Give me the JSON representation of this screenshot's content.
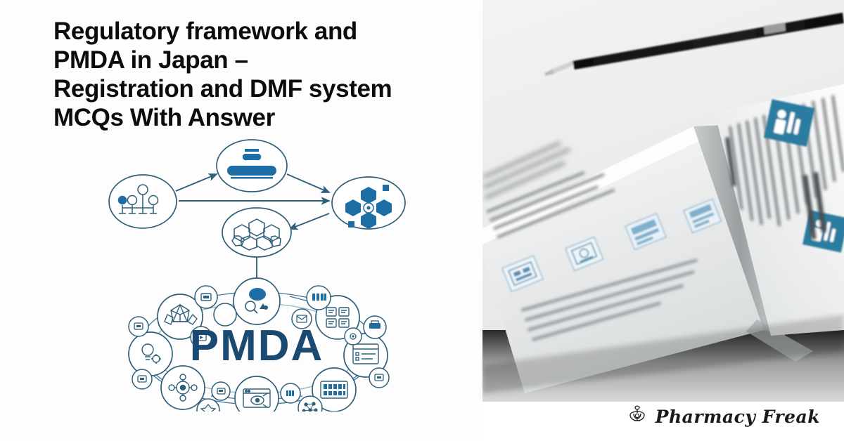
{
  "page": {
    "background_color": "#ffffff",
    "left_panel_color": "#fdfdfd"
  },
  "title": {
    "lines": [
      "Regulatory framework and",
      "PMDA in Japan –",
      "Registration and DMF system",
      "MCQs With Answer"
    ],
    "full_text": "Regulatory framework and PMDA in Japan – Registration and DMF system MCQs With Answer",
    "color": "#0c0c0c"
  },
  "diagram": {
    "center_label": "PMDA",
    "center_label_color": "#1a4a72",
    "line_color": "#2e5f7a",
    "fill_color": "#1c6ea4",
    "flow_nodes": [
      {
        "id": "node-stakeholders",
        "icon": "people-group-outline-icon",
        "position": "left"
      },
      {
        "id": "node-committee",
        "icon": "audience-group-filled-icon",
        "position": "top"
      },
      {
        "id": "node-network-filled",
        "icon": "hexagon-network-filled-icon",
        "position": "right"
      },
      {
        "id": "node-hexcluster",
        "icon": "hexagon-cluster-outline-icon",
        "position": "bottom"
      }
    ],
    "flow_arrows": [
      {
        "from": "node-stakeholders",
        "to": "node-committee"
      },
      {
        "from": "node-committee",
        "to": "node-network-filled"
      },
      {
        "from": "node-stakeholders",
        "to": "node-network-filled"
      },
      {
        "from": "node-network-filled",
        "to": "node-hexcluster"
      },
      {
        "from": "node-hexcluster",
        "to": "ring"
      }
    ],
    "ring_nodes": [
      {
        "icon": "user-search-icon"
      },
      {
        "icon": "calculator-icon"
      },
      {
        "icon": "documents-icon"
      },
      {
        "icon": "printer-icon"
      },
      {
        "icon": "checklist-icon"
      },
      {
        "icon": "keyboard-icon"
      },
      {
        "icon": "molecule-dots-icon"
      },
      {
        "icon": "chart-window-icon"
      },
      {
        "icon": "share-nodes-icon"
      },
      {
        "icon": "bulb-gear-icon"
      },
      {
        "icon": "crystal-icon"
      },
      {
        "icon": "tag-small-icon"
      },
      {
        "icon": "play-small-icon"
      },
      {
        "icon": "pin-small-icon"
      },
      {
        "icon": "mail-small-icon"
      },
      {
        "icon": "gear-small-icon"
      }
    ]
  },
  "photo": {
    "alt": "open-textbook-with-pen-photo",
    "subject": "open book pages with blurred text, pharmaceutical diagrams and a black pen resting on the left page"
  },
  "brand": {
    "name": "Pharmacy Freak",
    "logo": "mortar-and-pestle-logo"
  }
}
